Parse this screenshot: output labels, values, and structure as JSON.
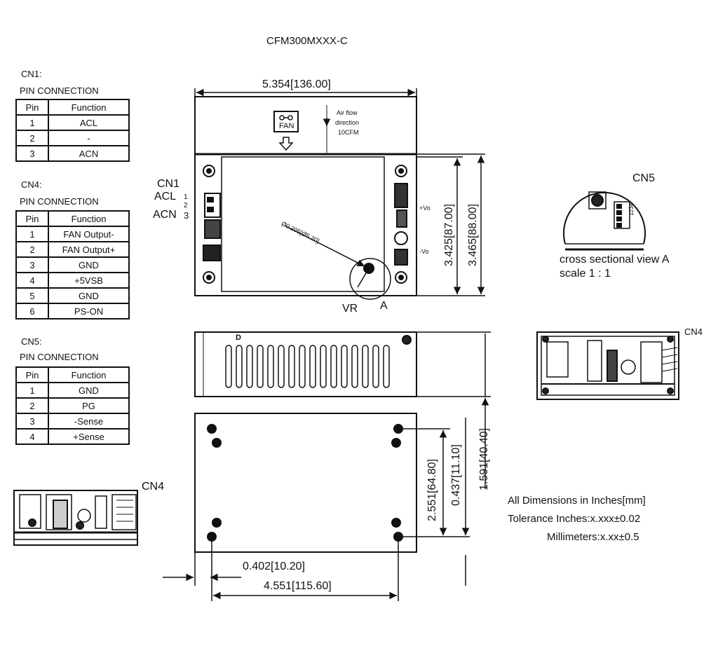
{
  "title": "CFM300MXXX-C",
  "tables": [
    {
      "id": "cn1",
      "name": "CN1:",
      "subtitle": "PIN CONNECTION",
      "headers": [
        "Pin",
        "Function"
      ],
      "rows": [
        [
          "1",
          "ACL"
        ],
        [
          "2",
          "-"
        ],
        [
          "3",
          "ACN"
        ]
      ]
    },
    {
      "id": "cn4",
      "name": "CN4:",
      "subtitle": "PIN CONNECTION",
      "headers": [
        "Pin",
        "Function"
      ],
      "rows": [
        [
          "1",
          "FAN Output-"
        ],
        [
          "2",
          "FAN Output+"
        ],
        [
          "3",
          "GND"
        ],
        [
          "4",
          "+5VSB"
        ],
        [
          "5",
          "GND"
        ],
        [
          "6",
          "PS-ON"
        ]
      ]
    },
    {
      "id": "cn5",
      "name": "CN5:",
      "subtitle": "PIN CONNECTION",
      "headers": [
        "Pin",
        "Function"
      ],
      "rows": [
        [
          "1",
          "GND"
        ],
        [
          "2",
          "PG"
        ],
        [
          "3",
          "-Sense"
        ],
        [
          "4",
          "+Sense"
        ]
      ]
    }
  ],
  "dimensions": {
    "width": "5.354[136.00]",
    "height_inner": "3.425[87.00]",
    "height_outer": "3.465[88.00]",
    "side_height": "1.591[40.40]",
    "hole_spacing_v": "2.551[64.80]",
    "hole_offset_v": "0.437[11.10]",
    "hole_offset_h": "0.402[10.20]",
    "hole_spacing_h": "4.551[115.60]",
    "hole_dia": "Ø0.205[Ø5.20]"
  },
  "labels": {
    "fan": "FAN",
    "airflow": [
      "Air flow",
      "direction",
      "10CFM"
    ],
    "cn1": "CN1",
    "acl": "ACL",
    "acn": "ACN",
    "pin1": "1",
    "pin2": "2",
    "pin3": "3",
    "vo_plus": "+Vo",
    "vo_minus": "-Vo",
    "vr": "VR",
    "a": "A",
    "cn5": "CN5",
    "cn4_side": "CN4",
    "cn4_bottom": "CN4",
    "d": "D",
    "cn5_pins": "1234",
    "cross_section": "cross sectional view A",
    "scale": "scale 1 : 1"
  },
  "notes": [
    "All Dimensions in Inches[mm]",
    "Tolerance Inches:x.xxx±0.02",
    "Millimeters:x.xx±0.5"
  ]
}
